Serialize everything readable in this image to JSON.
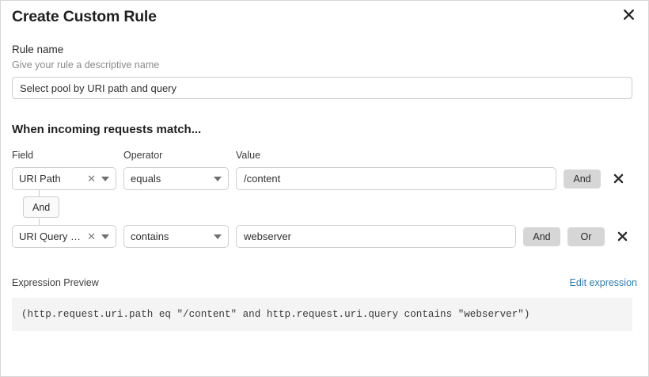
{
  "dialog": {
    "title": "Create Custom Rule",
    "close_icon": "close-icon"
  },
  "rule_name": {
    "label": "Rule name",
    "hint": "Give your rule a descriptive name",
    "value": "Select pool by URI path and query",
    "placeholder": "Select pool by URI path and query"
  },
  "match_section": {
    "title": "When incoming requests match...",
    "columns": {
      "field": "Field",
      "operator": "Operator",
      "value": "Value"
    },
    "rows": [
      {
        "field": "URI Path",
        "clear_icon": "clear-x-icon",
        "caret_icon": "chevron-down-icon",
        "operator": "equals",
        "value": "/content",
        "value_placeholder": "/content",
        "buttons": [
          "And"
        ],
        "delete_icon": "close-icon"
      },
      {
        "field": "URI Query St...",
        "clear_icon": "clear-x-icon",
        "caret_icon": "chevron-down-icon",
        "operator": "contains",
        "value": "webserver",
        "value_placeholder": "webserver",
        "buttons": [
          "And",
          "Or"
        ],
        "delete_icon": "close-icon"
      }
    ],
    "connector": {
      "label": "And"
    }
  },
  "expression_preview": {
    "label": "Expression Preview",
    "edit_link": "Edit expression",
    "expression": "(http.request.uri.path eq \"/content\" and http.request.uri.query contains \"webserver\")"
  },
  "colors": {
    "link": "#2f7cad",
    "button_bg": "#d6d6d6",
    "code_bg": "#f4f4f5",
    "border": "#cfcfcf"
  }
}
